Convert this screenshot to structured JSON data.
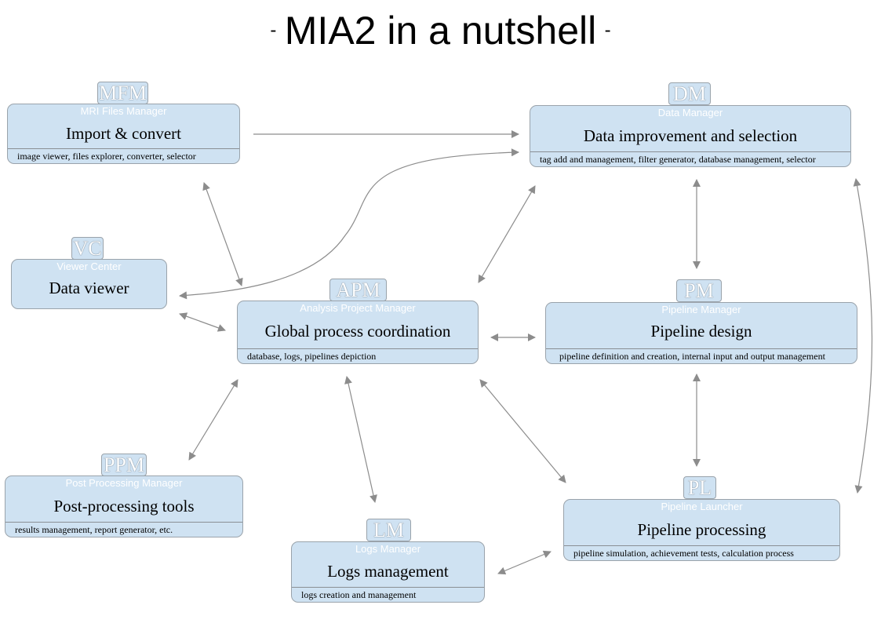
{
  "title": {
    "prefix": "-",
    "text": "MIA2 in a nutshell",
    "suffix": "-"
  },
  "modules": {
    "mfm": {
      "abbr": "MFM",
      "name": "MRI Files Manager",
      "heading": "Import & convert",
      "features": "image viewer, files explorer, converter, selector"
    },
    "dm": {
      "abbr": "DM",
      "name": "Data Manager",
      "heading": "Data improvement and selection",
      "features": "tag add and management, filter generator, database management, selector"
    },
    "vc": {
      "abbr": "VC",
      "name": "Viewer Center",
      "heading": "Data viewer"
    },
    "apm": {
      "abbr": "APM",
      "name": "Analysis Project Manager",
      "heading": "Global process coordination",
      "features": "database, logs, pipelines depiction"
    },
    "pm": {
      "abbr": "PM",
      "name": "Pipeline Manager",
      "heading": "Pipeline design",
      "features": "pipeline definition and creation, internal input and output management"
    },
    "ppm": {
      "abbr": "PPM",
      "name": "Post Processing Manager",
      "heading": "Post-processing tools",
      "features": "results management, report generator, etc."
    },
    "pl": {
      "abbr": "PL",
      "name": "Pipeline Launcher",
      "heading": "Pipeline processing",
      "features": "pipeline simulation, achievement tests, calculation process"
    },
    "lm": {
      "abbr": "LM",
      "name": "Logs Manager",
      "heading": "Logs management",
      "features": "logs creation and management"
    }
  },
  "colors": {
    "box_fill": "#cfe2f2",
    "box_border": "#9aa3ab",
    "arrow": "#8c8c8c"
  }
}
